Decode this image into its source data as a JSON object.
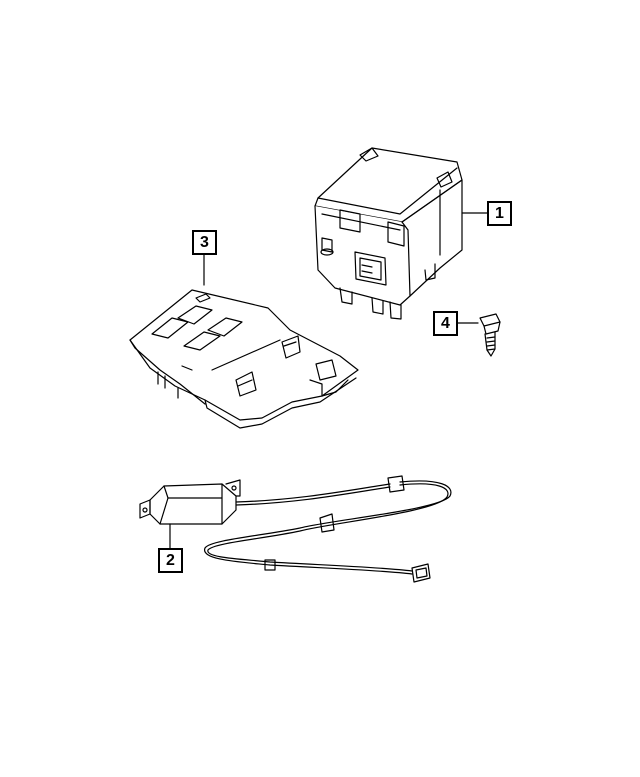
{
  "diagram": {
    "callouts": [
      {
        "id": "1",
        "label": "1",
        "part": "module"
      },
      {
        "id": "2",
        "label": "2",
        "part": "antenna-harness"
      },
      {
        "id": "3",
        "label": "3",
        "part": "bracket"
      },
      {
        "id": "4",
        "label": "4",
        "part": "bolt"
      }
    ]
  },
  "colors": {
    "line": "#000000",
    "background": "#ffffff"
  }
}
